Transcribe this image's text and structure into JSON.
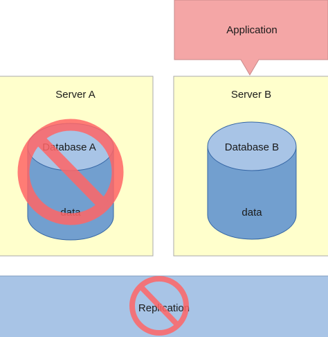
{
  "application": {
    "label": "Application",
    "fill": "#f4a6a6",
    "stroke": "#c98a8a"
  },
  "servers": [
    {
      "label": "Server A",
      "database_label": "Database A",
      "data_label": "data",
      "status": "prohibited"
    },
    {
      "label": "Server B",
      "database_label": "Database B",
      "data_label": "data",
      "status": "active"
    }
  ],
  "replication": {
    "label": "Replication",
    "status": "prohibited"
  },
  "colors": {
    "server_fill": "#ffffcc",
    "server_stroke": "#aaaaaa",
    "db_top": "#a8c4e6",
    "db_body": "#729fcf",
    "db_stroke": "#3465a4",
    "replication_fill": "#a8c4e6",
    "replication_stroke": "#7f9cc0",
    "prohibit": "#ff6666"
  },
  "icons": {
    "prohibited": "no-entry-icon"
  }
}
